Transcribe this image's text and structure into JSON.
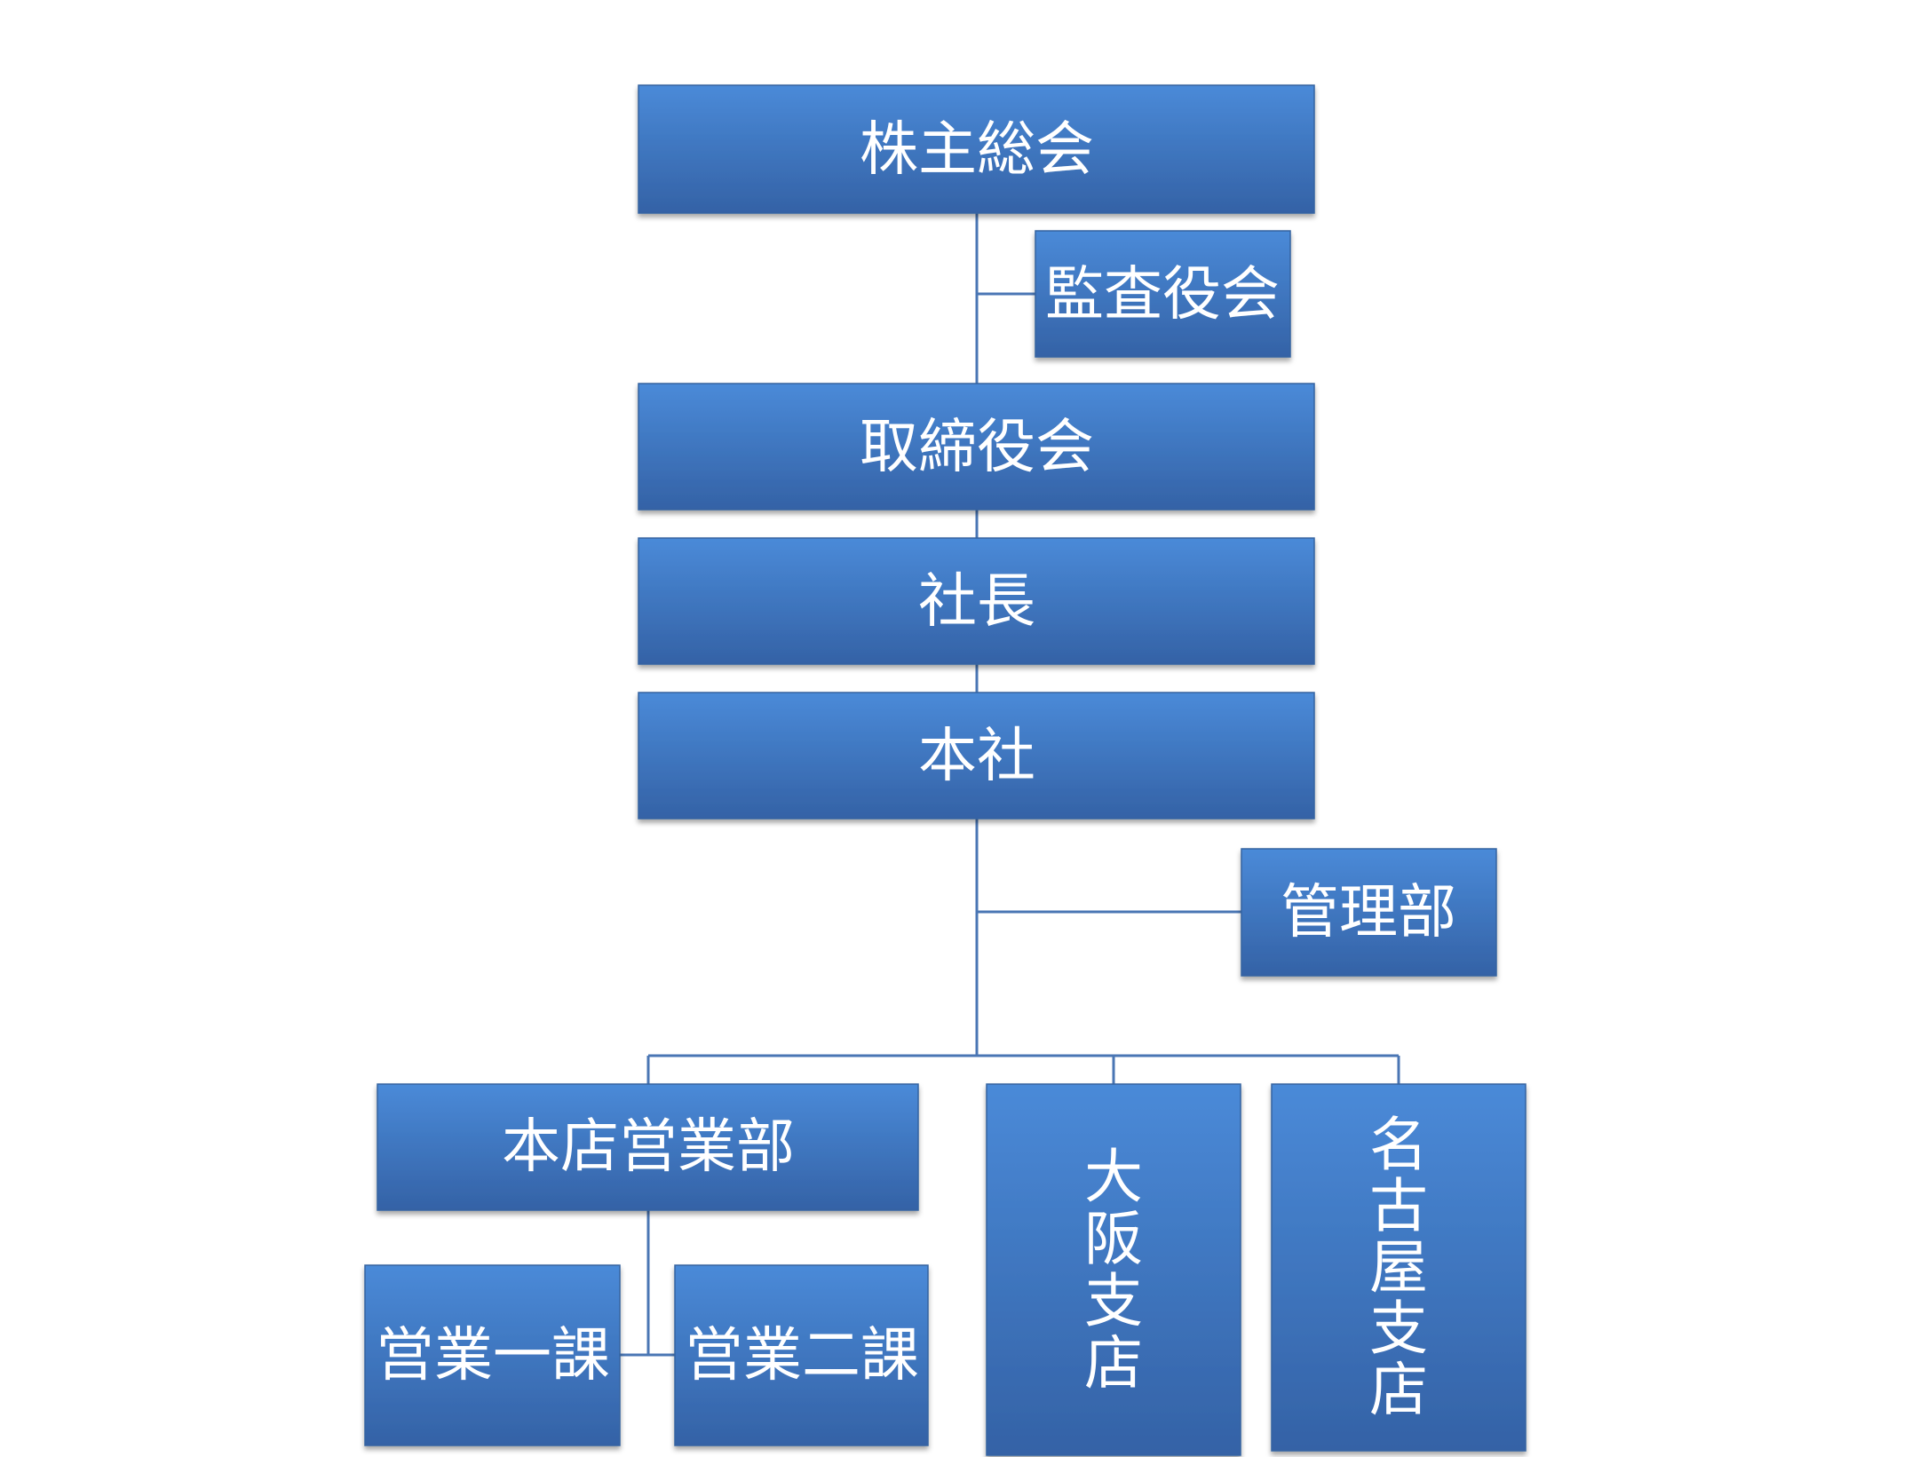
{
  "nodes": {
    "shareholders_meeting": "株主総会",
    "audit_board": "監査役会",
    "board_of_directors": "取締役会",
    "president": "社長",
    "head_office": "本社",
    "administration_dept": "管理部",
    "main_branch_sales_dept": "本店営業部",
    "sales_section_1": "営業一課",
    "sales_section_2": "営業二課",
    "osaka_branch": "大阪支店",
    "nagoya_branch": "名古屋支店"
  },
  "colors": {
    "box_top": "#4a8ad8",
    "box_bottom": "#3462a6",
    "box_border": "#3563a0",
    "connector": "#4a76b4",
    "text": "#ffffff"
  }
}
